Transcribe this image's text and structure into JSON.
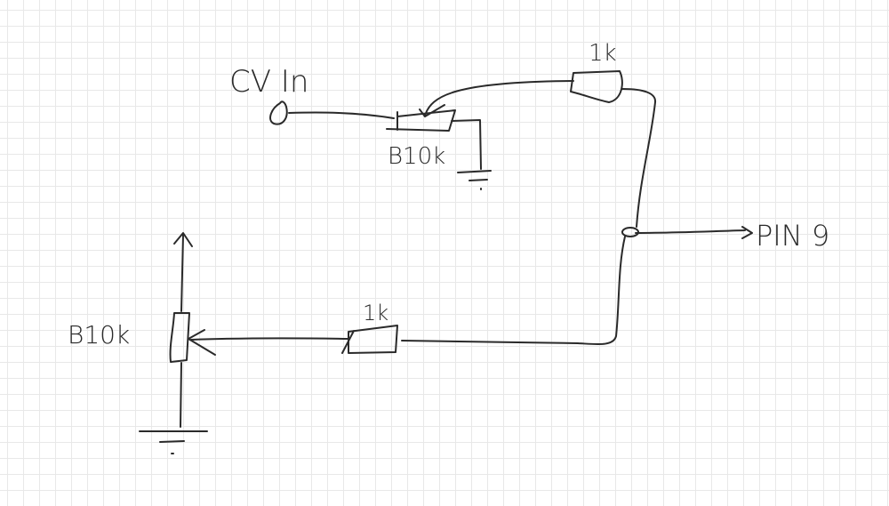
{
  "labels": {
    "cv_in": "CV In",
    "pot_top": "B10k",
    "res_top": "1k",
    "pin": "PIN 9",
    "pot_bottom": "B10k",
    "res_bottom": "1k"
  }
}
